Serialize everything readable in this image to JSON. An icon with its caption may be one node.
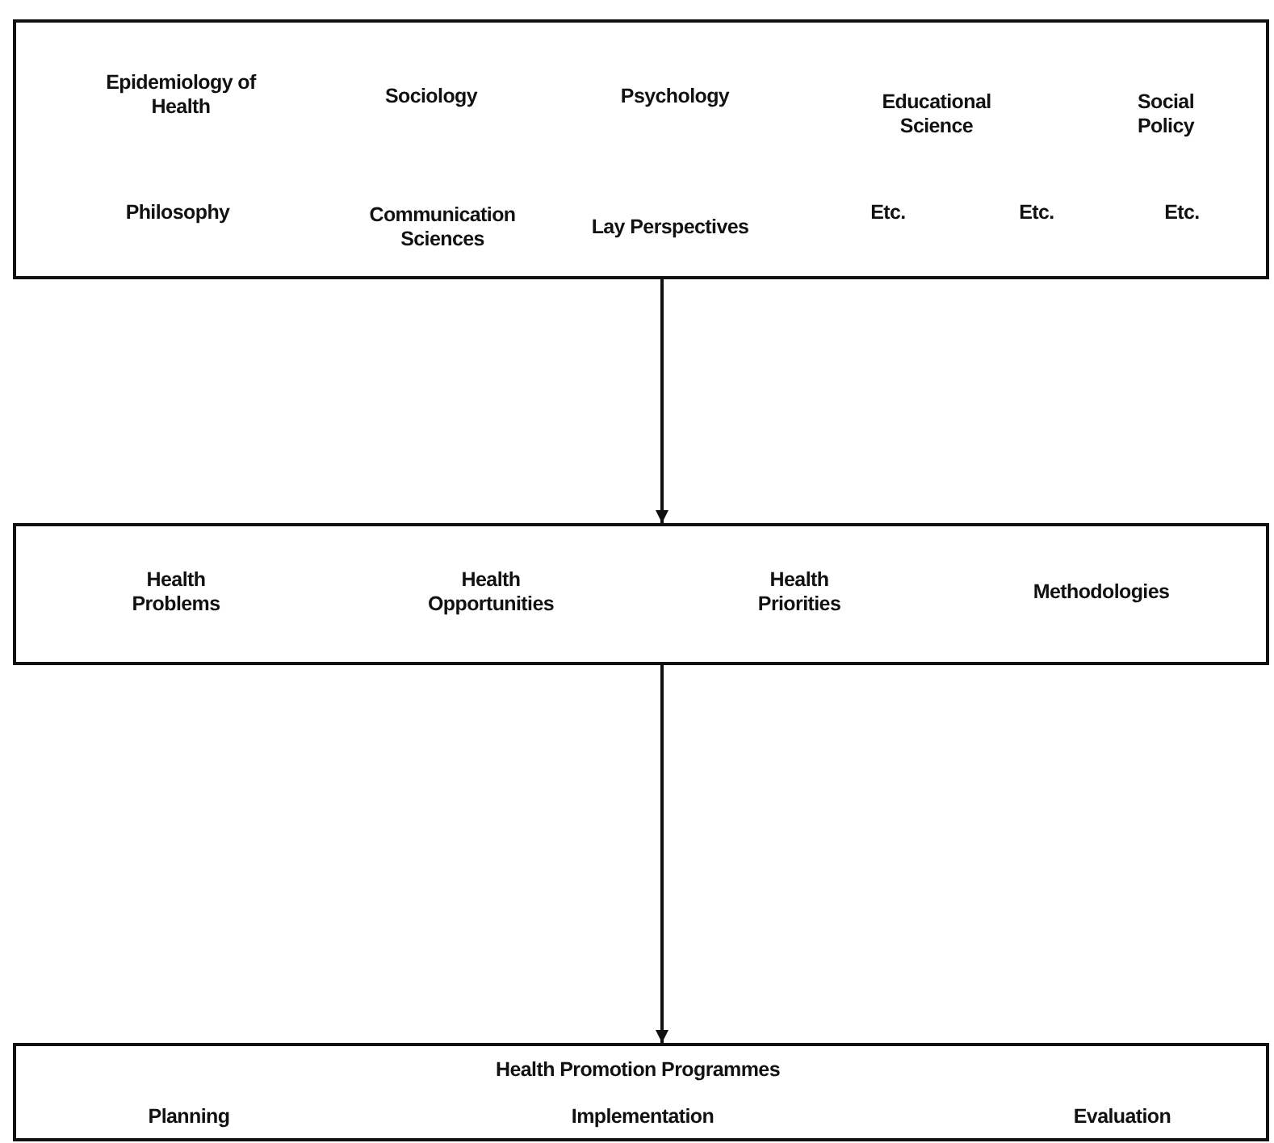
{
  "diagram": {
    "nodes": [
      {
        "text": [
          "Epidemiology of Health",
          "Sociology",
          "Psychology",
          "Educational Science",
          "Social Policy",
          "Philosophy",
          "Communication Sciences",
          "Lay Perspectives",
          "Etc.",
          "Etc.",
          "Etc."
        ]
      },
      {
        "text": [
          "Health Problems",
          "Health Opportunities",
          "Health Priorities",
          "Methodologies"
        ]
      },
      {
        "text": [
          "Health Promotion Programmes",
          "Planning",
          "Implementation",
          "Evaluation"
        ]
      }
    ],
    "edges": [
      {
        "from": 0,
        "to": 1,
        "arrow": "to"
      },
      {
        "from": 1,
        "to": 2,
        "arrow": "to"
      }
    ]
  }
}
